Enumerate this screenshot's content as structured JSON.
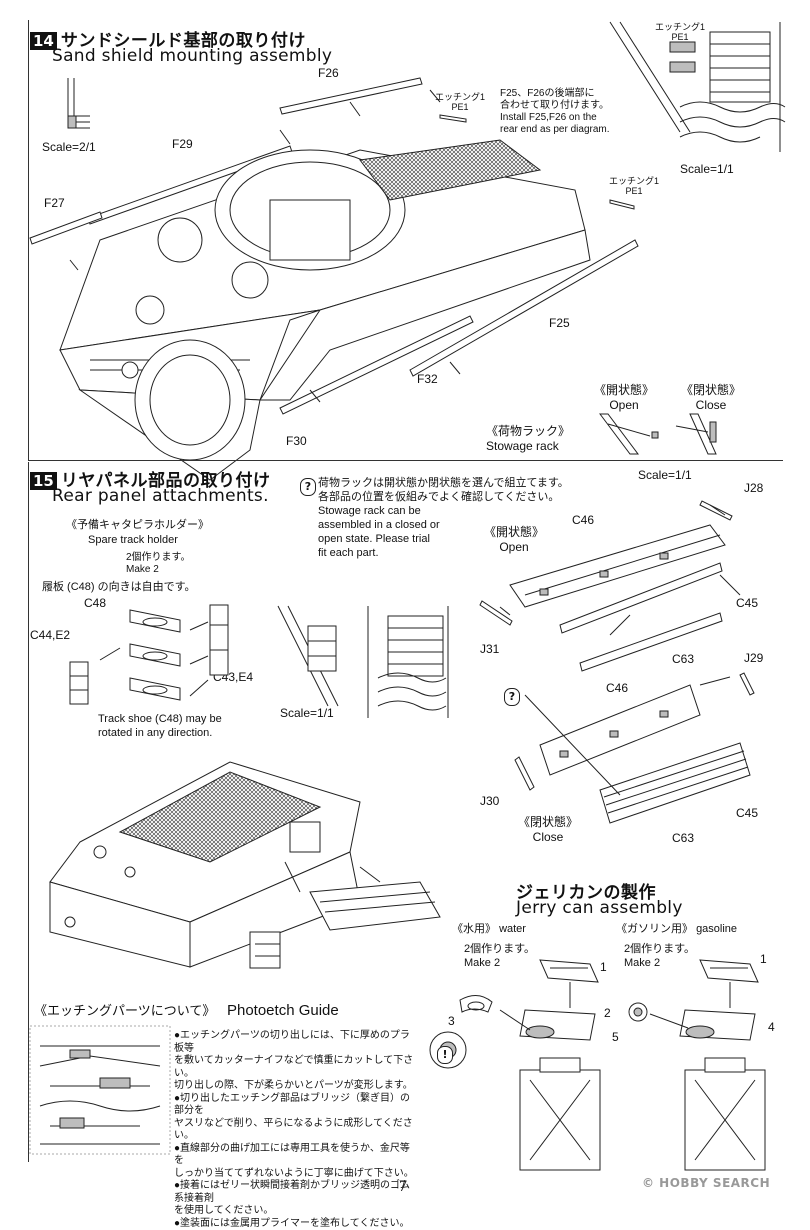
{
  "step14": {
    "number": "14",
    "title_jp": "サンドシールド基部の取り付け",
    "title_en": "Sand shield mounting assembly",
    "scale_left": "Scale=2/1",
    "scale_right": "Scale=1/1",
    "note_jp_1": "F25、F26の後端部に",
    "note_jp_2": "合わせて取り付けます。",
    "note_en_1": "Install F25,F26 on the",
    "note_en_2": "rear end as per diagram.",
    "pe_jp": "エッチング1",
    "pe_code": "PE1",
    "parts": [
      "F26",
      "F29",
      "F27",
      "F25",
      "F32",
      "F30"
    ]
  },
  "stowage": {
    "title_jp": "《荷物ラック》",
    "title_en": "Stowage rack",
    "open_jp": "《開状態》",
    "open_en": "Open",
    "close_jp": "《閉状態》",
    "close_en": "Close",
    "scale": "Scale=1/1"
  },
  "step15": {
    "number": "15",
    "title_jp": "リヤパネル部品の取り付け",
    "title_en": "Rear panel attachments.",
    "caution_jp_1": "荷物ラックは開状態か閉状態を選んで組立てます。",
    "caution_jp_2": "各部品の位置を仮組みでよく確認してください。",
    "caution_en_1": "Stowage rack can be",
    "caution_en_2": "assembled in a closed or",
    "caution_en_3": "open state. Please trial",
    "caution_en_4": "fit each part.",
    "holder_jp": "《予備キャタピラホルダー》",
    "holder_en": "Spare track holder",
    "make_jp": "2個作ります。",
    "make_en": "Make 2",
    "shoe_jp": "履板 (C48) の向きは自由です。",
    "shoe_en_1": "Track shoe (C48) may be",
    "shoe_en_2": "rotated in any direction.",
    "scale": "Scale=1/1",
    "parts": {
      "c48": "C48",
      "c44e2": "C44,E2",
      "c43e4": "C43,E4",
      "j28": "J28",
      "c46a": "C46",
      "c45a": "C45",
      "c63a": "C63",
      "j31": "J31",
      "j29": "J29",
      "c46b": "C46",
      "j30": "J30",
      "c45b": "C45",
      "c63b": "C63"
    },
    "open_jp": "《開状態》",
    "open_en": "Open",
    "close_jp": "《閉状態》",
    "close_en": "Close"
  },
  "jerry": {
    "title_jp": "ジェリカンの製作",
    "title_en": "Jerry can assembly",
    "water_jp": "《水用》",
    "water_en": "water",
    "gas_jp": "《ガソリン用》",
    "gas_en": "gasoline",
    "make_jp": "2個作ります。",
    "make_en": "Make 2",
    "water_parts": [
      "1",
      "3",
      "5"
    ],
    "gas_parts": [
      "1",
      "2",
      "4"
    ]
  },
  "photoetch": {
    "title_jp": "《エッチングパーツについて》",
    "title_en": "Photoetch Guide",
    "bullets": [
      "●エッチングパーツの切り出しには、下に厚めのプラ板等",
      "を敷いてカッターナイフなどで慎重にカットして下さい。",
      "切り出しの際、下が柔らかいとパーツが変形します。",
      "●切り出したエッチング部品はブリッジ（繋ぎ目）の部分を",
      "ヤスリなどで削り、平らになるように成形してください。",
      "●直線部分の曲げ加工には専用工具を使うか、金尺等を",
      "しっかり当ててずれないように丁寧に曲げて下さい。",
      "●接着にはゼリー状瞬間接着剤かブリッジ透明のゴム系接着剤",
      "を使用してください。",
      "●塗装面には金属用プライマーを塗布してください。"
    ]
  },
  "page_number": "7",
  "watermark": "© HOBBY SEARCH"
}
